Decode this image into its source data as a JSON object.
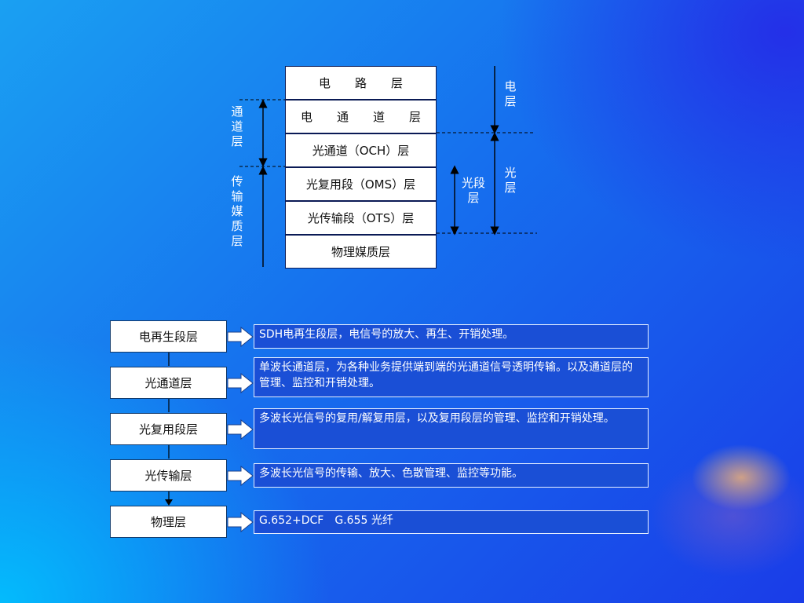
{
  "top_diagram": {
    "layers": [
      "电　路　层",
      "电　通　道　层",
      "光通道（OCH）层",
      "光复用段（OMS）层",
      "光传输段（OTS）层",
      "物理媒质层"
    ],
    "left_labels": {
      "channel": "通道层",
      "medium": "传输媒质层"
    },
    "right_labels": {
      "section": "光段层",
      "electrical": "电层",
      "optical": "光层"
    }
  },
  "stack": {
    "labels": [
      "电再生段层",
      "光通道层",
      "光复用段层",
      "光传输层",
      "物理层"
    ],
    "descriptions": [
      "SDH电再生段层，电信号的放大、再生、开销处理。",
      "单波长通道层，为各种业务提供端到端的光通道信号透明传输。以及通道层的管理、监控和开销处理。",
      "多波长光信号的复用/解复用层，以及复用段层的管理、监控和开销处理。",
      "多波长光信号的传输、放大、色散管理、监控等功能。",
      "G.652+DCF　G.655 光纤"
    ]
  },
  "colors": {
    "background_blue": "#1670ee",
    "description_box": "#1a4fd6",
    "line_color": "#000000"
  }
}
